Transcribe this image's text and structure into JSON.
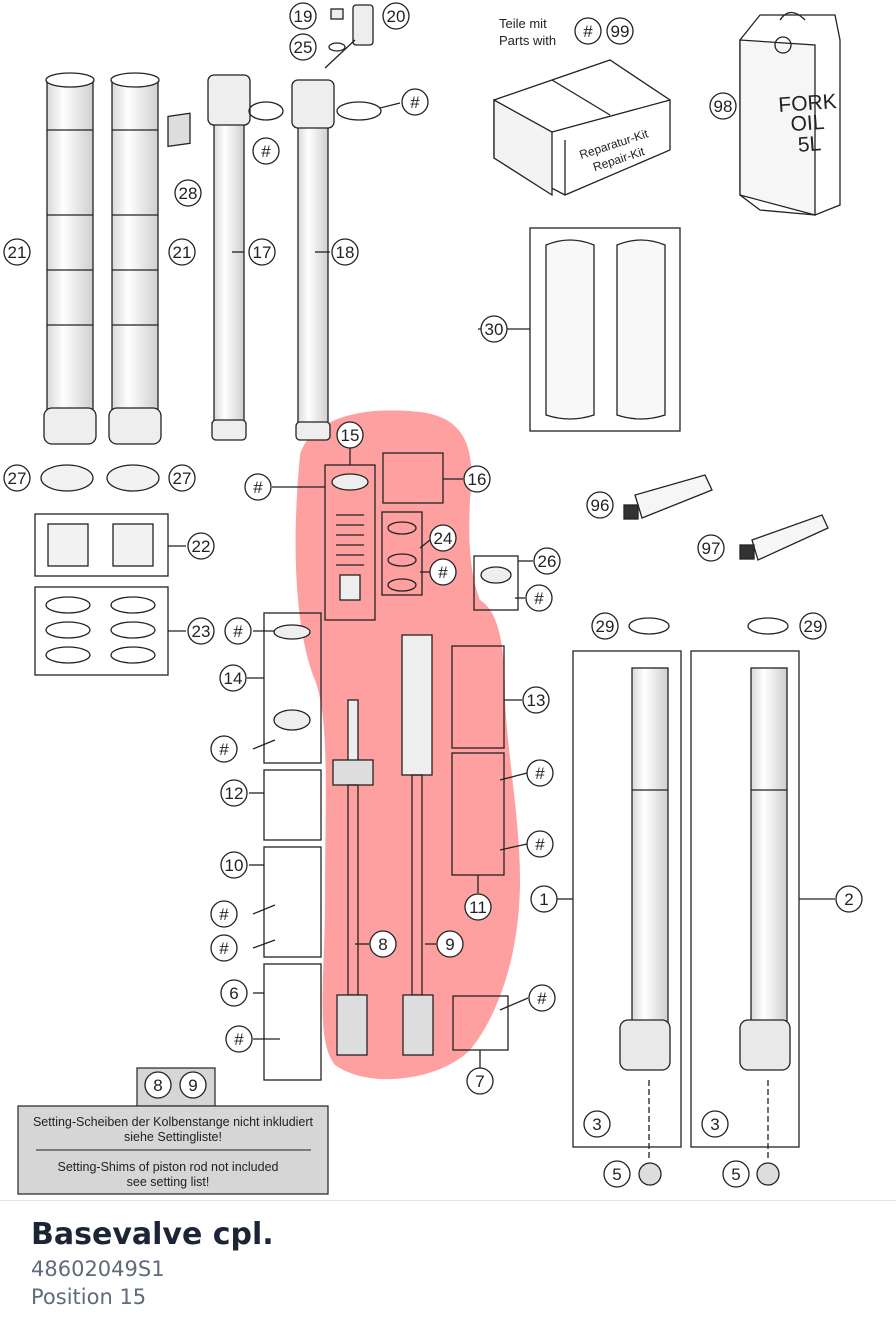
{
  "callouts": {
    "c19": "19",
    "c20": "20",
    "c25": "25",
    "c_hash_top": "#",
    "c99": "99",
    "c_hash_kit": "#",
    "c98": "98",
    "c28": "28",
    "c_hash_oring": "#",
    "c21a": "21",
    "c21b": "21",
    "c17": "17",
    "c18": "18",
    "c30": "30",
    "c27a": "27",
    "c27b": "27",
    "c15": "15",
    "c_hash_15": "#",
    "c16": "16",
    "c96": "96",
    "c97": "97",
    "c24": "24",
    "c_hash_24": "#",
    "c22": "22",
    "c26": "26",
    "c_hash_26": "#",
    "c23": "23",
    "c29a": "29",
    "c29b": "29",
    "c_hash_14a": "#",
    "c14": "14",
    "c13": "13",
    "c_hash_14b": "#",
    "c_hash_11a": "#",
    "c12": "12",
    "c_hash_11b": "#",
    "c10": "10",
    "c1": "1",
    "c2": "2",
    "c11": "11",
    "c_hash_10a": "#",
    "c8": "8",
    "c9": "9",
    "c_hash_10b": "#",
    "c6": "6",
    "c_hash_7": "#",
    "c_hash_6": "#",
    "c7": "7",
    "c3a": "3",
    "c3b": "3",
    "c5a": "5",
    "c5b": "5",
    "note_c8": "8",
    "note_c9": "9"
  },
  "labels": {
    "parts_with_de": "Teile mit",
    "parts_with_en": "Parts with",
    "kit_de": "Reparatur-Kit",
    "kit_en": "Repair-Kit",
    "oil_line1": "FORK",
    "oil_line2": "OIL",
    "oil_line3": "5L"
  },
  "note": {
    "de_line1": "Setting-Scheiben der Kolbenstange nicht inkludiert",
    "de_line2": "siehe Settingliste!",
    "en_line1": "Setting-Shims of piston rod not included",
    "en_line2": "see setting list!"
  },
  "colors": {
    "highlight": "#ff8080",
    "line": "#222222",
    "part_fill": "#f4f4f4",
    "note_bg": "#d6d6d6"
  },
  "part": {
    "title": "Basevalve cpl.",
    "number": "48602049S1",
    "position": "Position 15"
  }
}
